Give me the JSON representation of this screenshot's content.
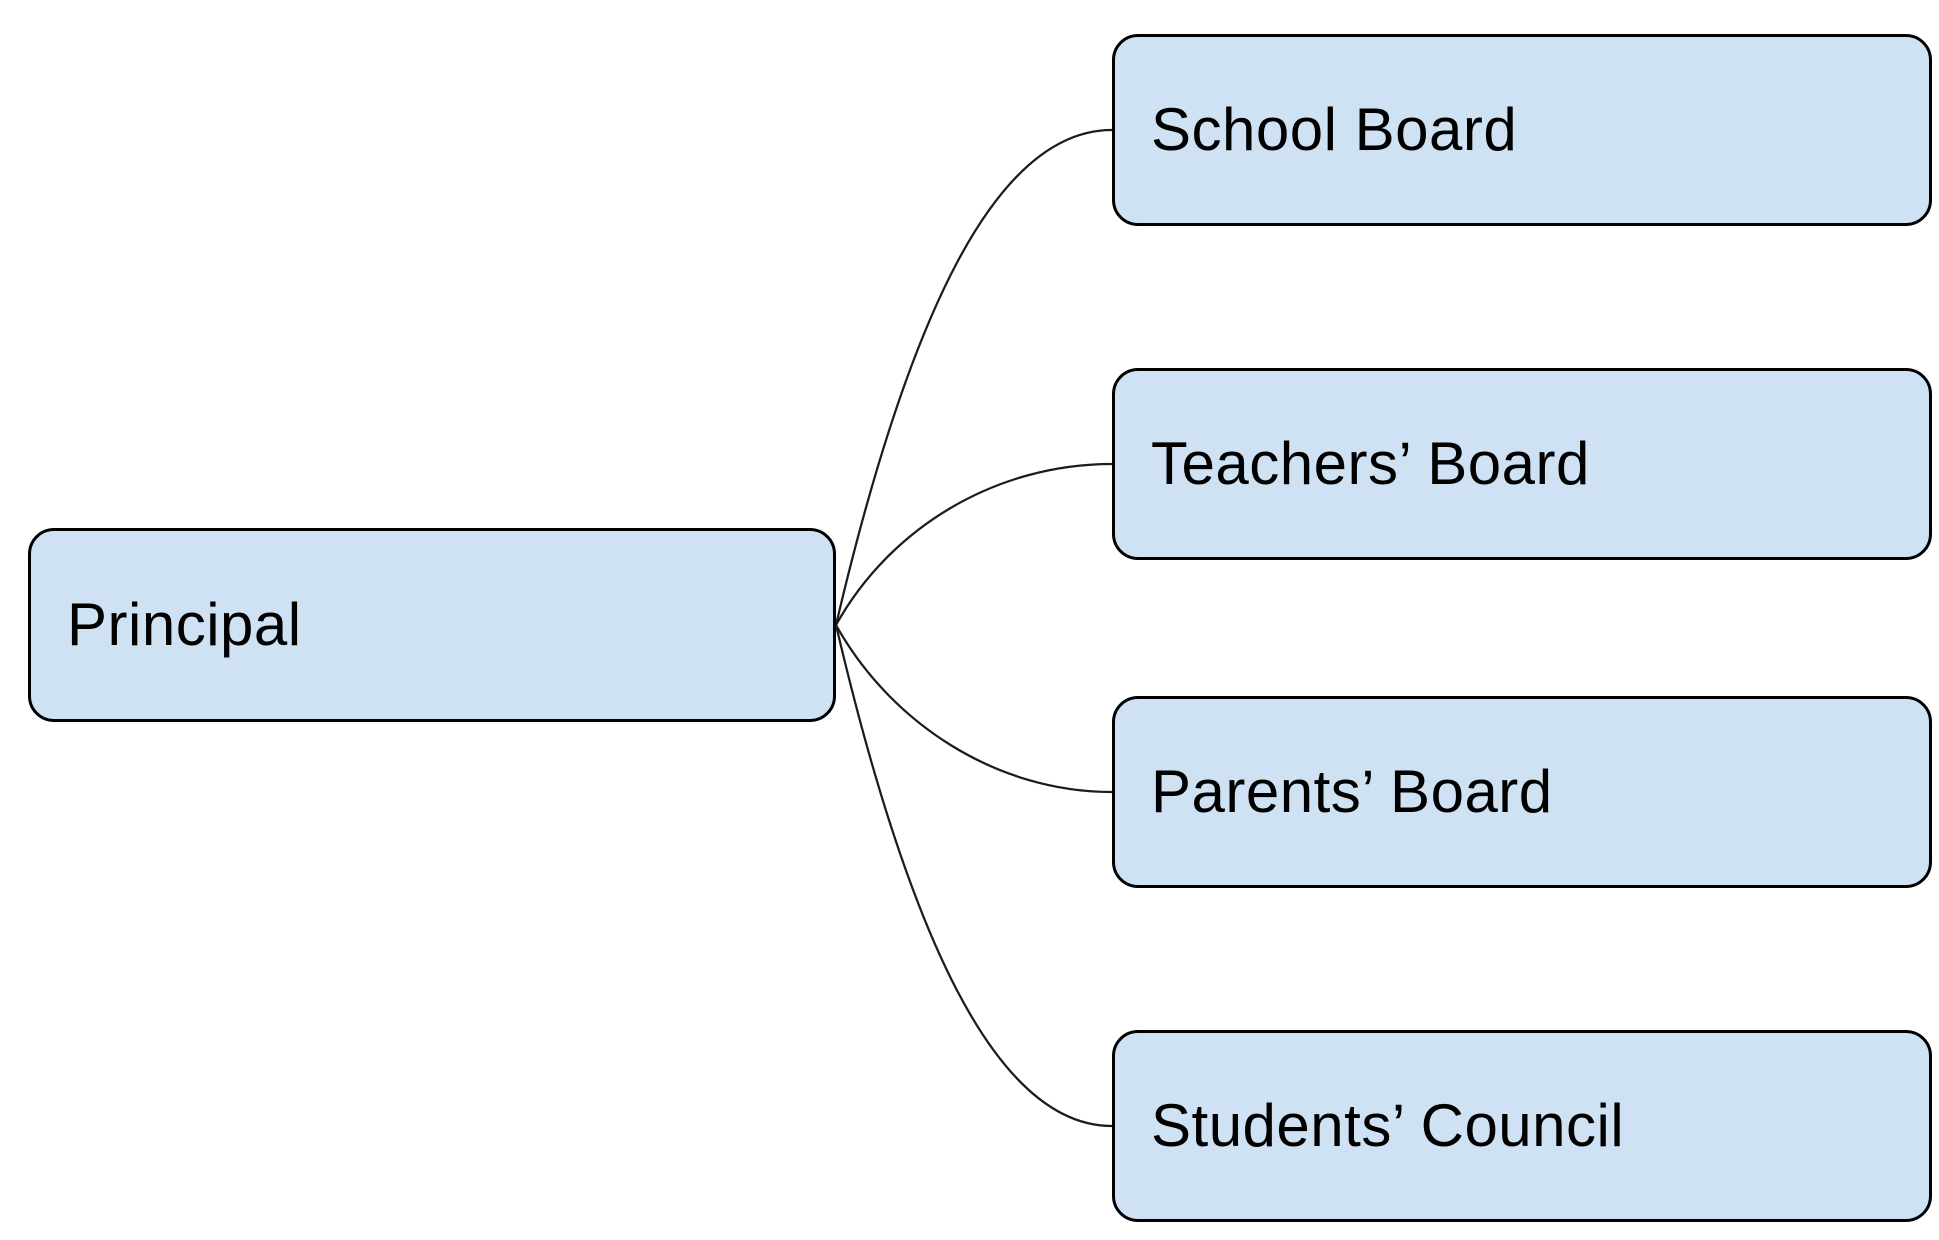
{
  "diagram": {
    "type": "mind-map-org-chart",
    "root": {
      "label": "Principal"
    },
    "children": [
      {
        "label": "School Board"
      },
      {
        "label": "Teachers’ Board"
      },
      {
        "label": "Parents’ Board"
      },
      {
        "label": "Students’ Council"
      }
    ]
  },
  "colors": {
    "node_fill": "#cfe2f3",
    "node_border": "#000000",
    "node_text": "#000000",
    "connector": "#1c1c1c",
    "background": "#ffffff"
  }
}
